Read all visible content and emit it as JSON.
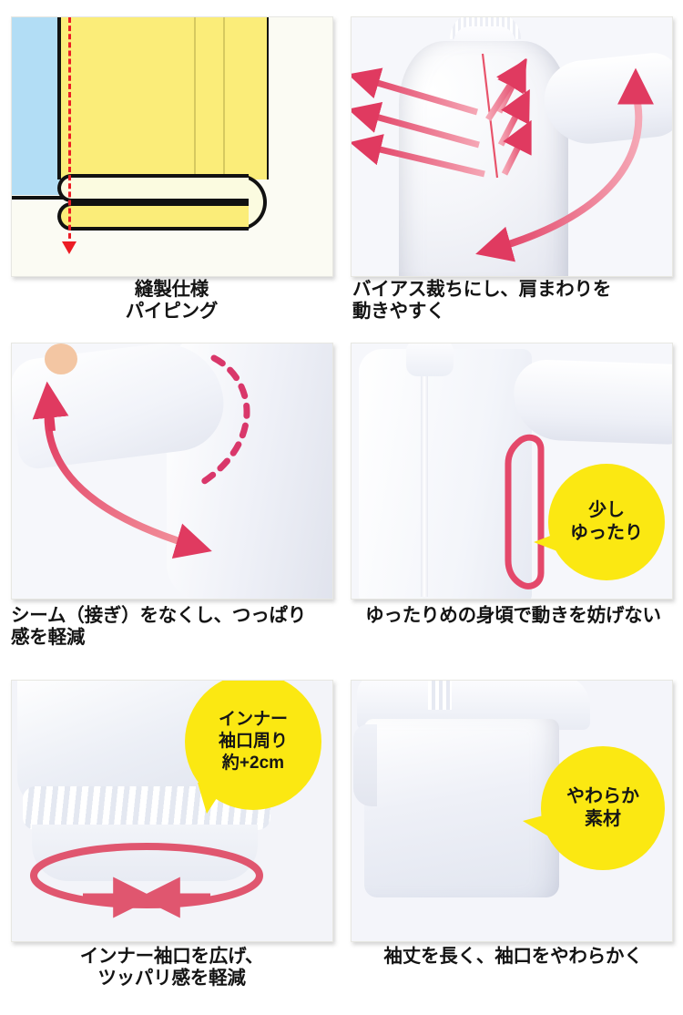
{
  "page": {
    "title": "縫製仕様 特徴一覧",
    "background_color": "#ffffff",
    "accent_pink": "#e4486a",
    "accent_yellow": "#fbe812",
    "accent_red": "#ec1c24",
    "caption_color": "#141414"
  },
  "panels": [
    {
      "id": "panel-piping",
      "caption": "縫製仕様\nパイピング",
      "caption_align": "center",
      "caption_lines": 2,
      "media": "diagram",
      "diagram": {
        "name": "piping-cross-section",
        "colors": {
          "fabric_blue": "#b2ddf5",
          "fabric_yellow": "#fbed79",
          "fabric_cream": "#fbfbe0",
          "outline": "#111111",
          "guide_arrow": "#ec1c24",
          "background": "#fbfbf3"
        },
        "guide_arrow_direction": "down"
      },
      "callouts": []
    },
    {
      "id": "panel-bias-cut",
      "caption": "バイアス裁ちにし、肩まわりを\n動きやすく",
      "caption_align": "left",
      "caption_lines": 2,
      "media": "photo-back-shoulders",
      "annotations": {
        "chevron_arrow_pairs": 3,
        "center_line": true,
        "sweep_arrow": true,
        "arrow_color": "#e4486a"
      },
      "callouts": []
    },
    {
      "id": "panel-no-seam",
      "caption": "シーム（接ぎ）をなくし、つっぱり\n感を軽減",
      "caption_align": "left",
      "caption_lines": 2,
      "media": "photo-raised-arm",
      "annotations": {
        "dashed_arc": true,
        "double_curve_arrow": true,
        "arrow_color": "#e4486a"
      },
      "callouts": []
    },
    {
      "id": "panel-loose-body",
      "caption": "ゆったりめの身頃で動きを妨げない",
      "caption_align": "center",
      "caption_lines": 1,
      "media": "photo-front-torso",
      "annotations": {
        "highlight_outline": true,
        "outline_color": "#e4486a"
      },
      "callouts": [
        {
          "name": "loose-fit-callout",
          "text": "少し\nゆったり",
          "shape": "circle",
          "fill": "#fbe812"
        }
      ]
    },
    {
      "id": "panel-inner-cuff",
      "caption": "インナー袖口を広げ、\nツッパリ感を軽減",
      "caption_align": "center",
      "caption_lines": 2,
      "media": "photo-inner-cuff",
      "annotations": {
        "ellipse": true,
        "inward_arrows": 2,
        "arrow_color": "#e4486a"
      },
      "callouts": [
        {
          "name": "inner-cuff-callout",
          "text": "インナー\n袖口周り\n約+2cm",
          "shape": "circle",
          "fill": "#fbe812"
        }
      ]
    },
    {
      "id": "panel-soft-cuff",
      "caption": "袖丈を長く、袖口をやわらかく",
      "caption_align": "center",
      "caption_lines": 1,
      "media": "photo-sleeve-cuff",
      "annotations": {},
      "callouts": [
        {
          "name": "soft-material-callout",
          "text": "やわらか\n素材",
          "shape": "circle",
          "fill": "#fbe812"
        }
      ]
    }
  ]
}
